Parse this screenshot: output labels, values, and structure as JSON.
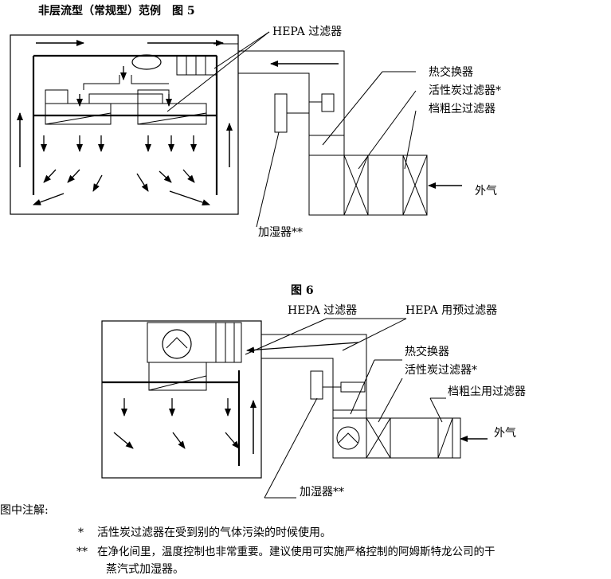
{
  "figure5": {
    "title": "非层流型（常规型）范例　图 5",
    "labels": {
      "hepa": "HEPA 过滤器",
      "heat_exchanger": "热交换器",
      "carbon_filter": "活性炭过滤器*",
      "coarse_filter": "档粗尘过滤器",
      "outside_air": "外气",
      "humidifier": "加湿器**"
    }
  },
  "figure6": {
    "title": "图 6",
    "labels": {
      "hepa": "HEPA 过滤器",
      "hepa_prefilter": "HEPA 用预过滤器",
      "heat_exchanger": "热交换器",
      "carbon_filter": "活性炭过滤器*",
      "coarse_filter": "档粗尘用过滤器",
      "outside_air": "外气",
      "humidifier": "加湿器**"
    }
  },
  "notes": {
    "heading": "图中注解:",
    "note1_mark": "*",
    "note1_text": "活性炭过滤器在受到别的气体污染的时候使用。",
    "note2_mark": "**",
    "note2_text": "在净化间里，温度控制也非常重要。建议使用可实施严格控制的阿姆斯特龙公司的干",
    "note2_cont": "蒸汽式加湿器。"
  }
}
